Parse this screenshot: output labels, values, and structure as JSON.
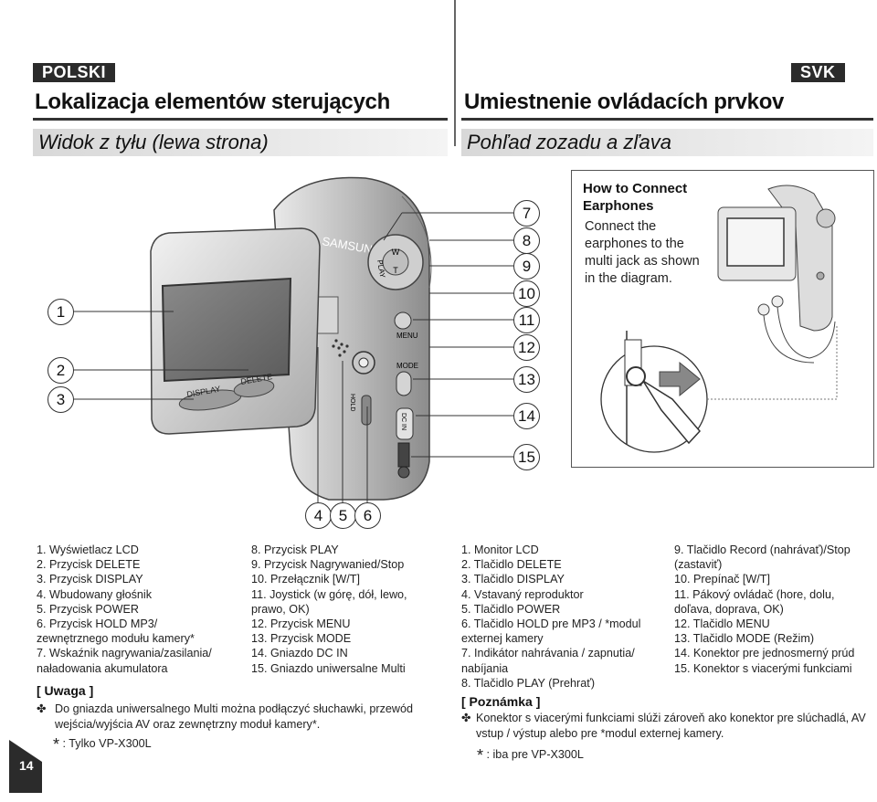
{
  "header": {
    "left_lang": "POLSKI",
    "right_lang": "SVK",
    "left_title": "Lokalizacja elementów sterujących",
    "right_title": "Umiestnenie ovládacích prvkov",
    "left_subtitle": "Widok z tyłu (lewa strona)",
    "right_subtitle": "Pohľad zozadu a zľava"
  },
  "callouts": [
    "1",
    "2",
    "3",
    "4",
    "5",
    "6",
    "7",
    "8",
    "9",
    "10",
    "11",
    "12",
    "13",
    "14",
    "15"
  ],
  "device_labels": {
    "display": "DISPLAY",
    "delete": "DELETE",
    "menu": "MENU",
    "mode": "MODE",
    "hold": "HOLD",
    "dc": "DC IN",
    "play": "PLAY",
    "w": "W",
    "t": "T",
    "brand": "SAMSUNG"
  },
  "earphones": {
    "title": "How to Connect Earphones",
    "body": "Connect the earphones to the multi jack as shown in the diagram."
  },
  "pl_list_a": [
    "1.  Wyświetlacz LCD",
    "2.  Przycisk DELETE",
    "3.  Przycisk DISPLAY",
    "4.  Wbudowany głośnik",
    "5.  Przycisk POWER",
    "6.  Przycisk HOLD MP3/",
    "      zewnętrznego modułu kamery*",
    "7.  Wskaźnik nagrywania/zasilania/",
    "      naładowania akumulatora"
  ],
  "pl_list_b": [
    "8.  Przycisk PLAY",
    "9.  Przycisk Nagrywanied/Stop",
    "10. Przełącznik [W/T]",
    "11. Joystick (w górę, dół, lewo,",
    "      prawo, OK)",
    "12. Przycisk MENU",
    "13. Przycisk MODE",
    "14. Gniazdo DC IN",
    "15. Gniazdo uniwersalne Multi"
  ],
  "pl_note": {
    "heading": "[ Uwaga ]",
    "text": "Do gniazda uniwersalnego Multi można podłączyć słuchawki, przewód wejścia/wyjścia AV oraz zewnętrzny moduł kamery*.",
    "footnote": ": Tylko VP-X300L"
  },
  "sk_list_a": [
    "1.  Monitor LCD",
    "2.  Tlačidlo DELETE",
    "3.  Tlačidlo DISPLAY",
    "4.  Vstavaný reproduktor",
    "5.  Tlačidlo POWER",
    "6.  Tlačidlo HOLD pre MP3 / *modul",
    "      externej kamery",
    "7.  Indikátor nahrávania / zapnutia/",
    "      nabíjania",
    "8.  Tlačidlo PLAY (Prehrať)"
  ],
  "sk_list_b": [
    "9.  Tlačidlo Record (nahrávať)/Stop",
    "      (zastaviť)",
    "10. Prepínač [W/T]",
    "11. Pákový ovládač (hore, dolu,",
    "      doľava, doprava, OK)",
    "12. Tlačidlo MENU",
    "13. Tlačidlo MODE (Režim)",
    "14. Konektor pre jednosmerný prúd",
    "15. Konektor s viacerými funkciami"
  ],
  "sk_note": {
    "heading": "[ Poznámka ]",
    "text": "Konektor s viacerými funkciami slúži zároveň ako konektor pre slúchadlá, AV vstup / výstup alebo pre *modul externej kamery.",
    "footnote": ": iba pre VP-X300L"
  },
  "footnote_marker": "*",
  "note_marker": "✤",
  "page_number": "14"
}
